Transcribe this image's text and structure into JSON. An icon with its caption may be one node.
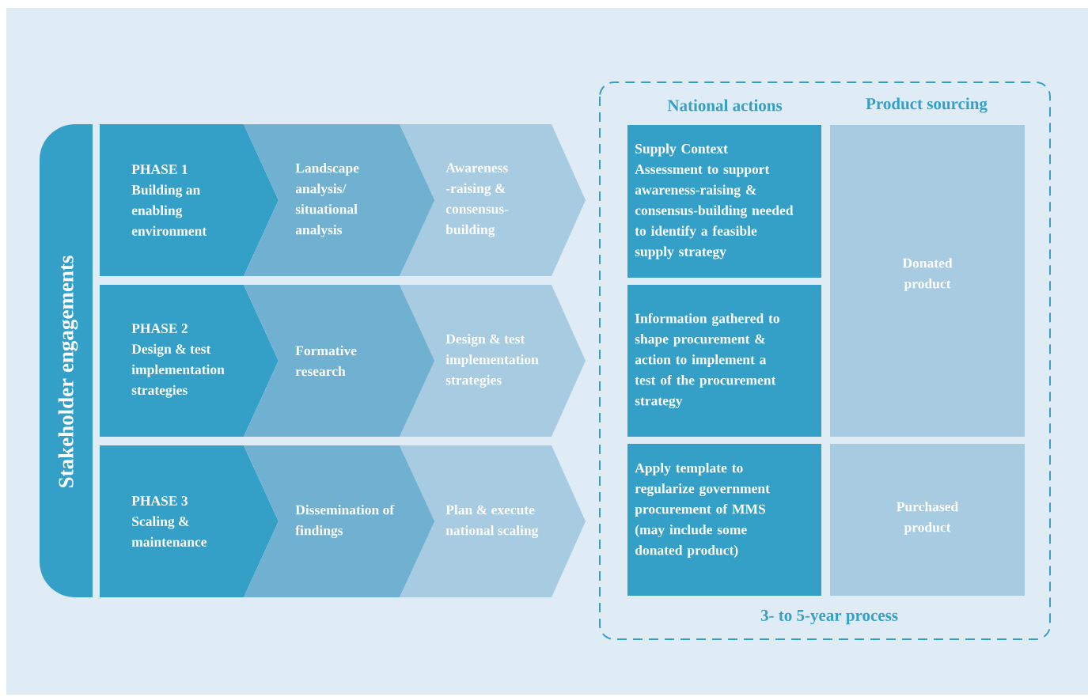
{
  "diagram": {
    "nodes": [
      {
        "text": [
          "Stakeholder engagements"
        ]
      },
      {
        "text": [
          "PHASE 1",
          "Building an enabling environment"
        ]
      },
      {
        "text": [
          "Landscape analysis/ situational analysis"
        ]
      },
      {
        "text": [
          "Awareness -raising & consensus-building"
        ]
      },
      {
        "text": [
          "PHASE 2",
          "Design & test implementation strategies"
        ]
      },
      {
        "text": [
          "Formative research"
        ]
      },
      {
        "text": [
          "Design & test implementation strategies"
        ]
      },
      {
        "text": [
          "PHASE 3",
          "Scaling & maintenance"
        ]
      },
      {
        "text": [
          "Dissemination of findings"
        ]
      },
      {
        "text": [
          "Plan & execute national scaling"
        ]
      },
      {
        "text": [
          "National actions",
          "Product sourcing",
          "3- to 5-year process"
        ]
      },
      {
        "text": [
          "Supply Context Assessment to support awareness-raising & consensus-building needed to identify a feasible supply strategy"
        ],
        "in": 10
      },
      {
        "text": [
          "Information gathered to shape procurement & action to implement a test of the procurement strategy"
        ],
        "in": 10
      },
      {
        "text": [
          "Apply template to regularize government procurement of MMS (may include some donated product)"
        ],
        "in": 10
      },
      {
        "text": [
          "Donated product"
        ],
        "in": 10
      },
      {
        "text": [
          "Purchased product"
        ],
        "in": 10
      }
    ]
  }
}
